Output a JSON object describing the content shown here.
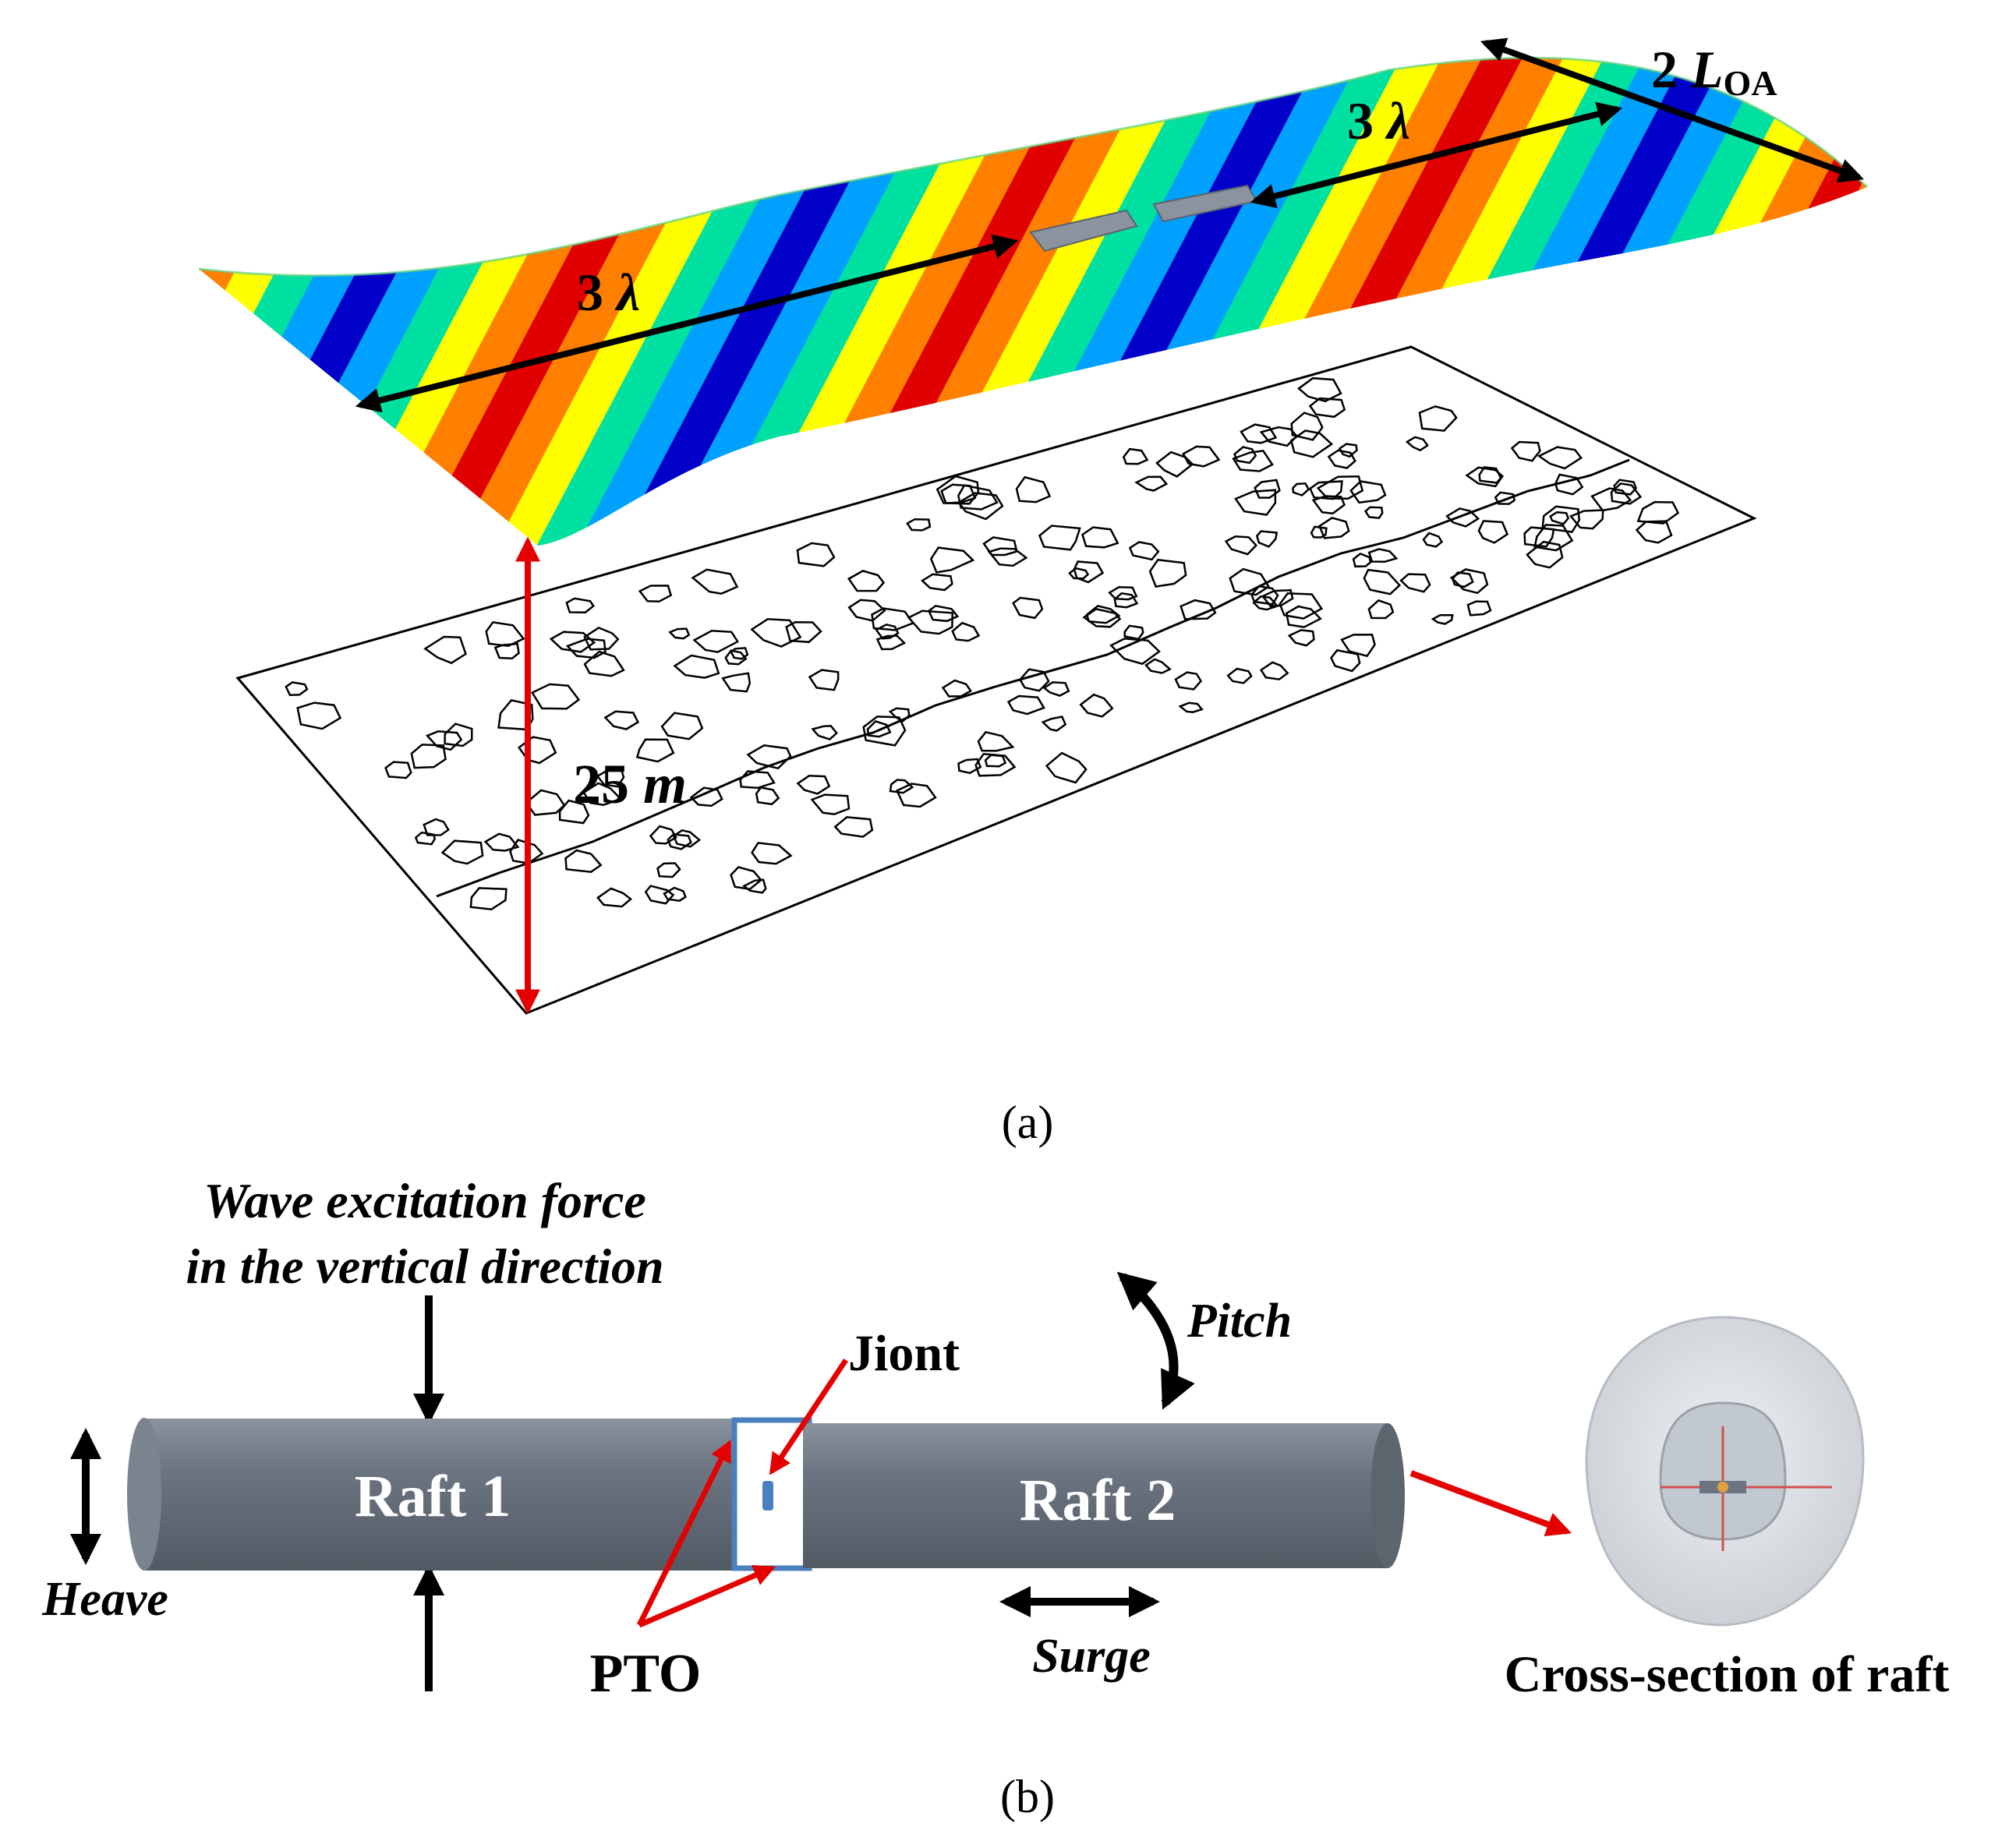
{
  "panel_a": {
    "caption": "(a)",
    "dim_top": {
      "num": "2 ",
      "sym": "L",
      "sub": "OA"
    },
    "dim_upstream": {
      "num": "3 ",
      "sym": "λ"
    },
    "dim_downstream": {
      "num": "3 ",
      "sym": "λ"
    },
    "depth": {
      "num": "25 ",
      "unit": "m"
    }
  },
  "panel_b": {
    "caption": "(b)",
    "force_line1": "Wave excitation force",
    "force_line2": "in the vertical direction",
    "raft1": "Raft 1",
    "raft2": "Raft 2",
    "joint": "Jiont",
    "pto": "PTO",
    "heave": "Heave",
    "pitch": "Pitch",
    "surge": "Surge",
    "cross_section": "Cross-section of raft"
  },
  "colors": {
    "black_arrow": "#000000",
    "red_arrow": "#e50000",
    "raft_body": "#6b7480",
    "raft_highlight": "#8a939e",
    "pto_frame": "#4a7fc0",
    "cross_section_shell": "#d9dde2"
  },
  "wave_colormap": [
    "#0000c8",
    "#00a0ff",
    "#00e0a0",
    "#ffff00",
    "#ff8000",
    "#e00000",
    "#ff8000",
    "#ffff00",
    "#00e0a0",
    "#00a0ff"
  ]
}
